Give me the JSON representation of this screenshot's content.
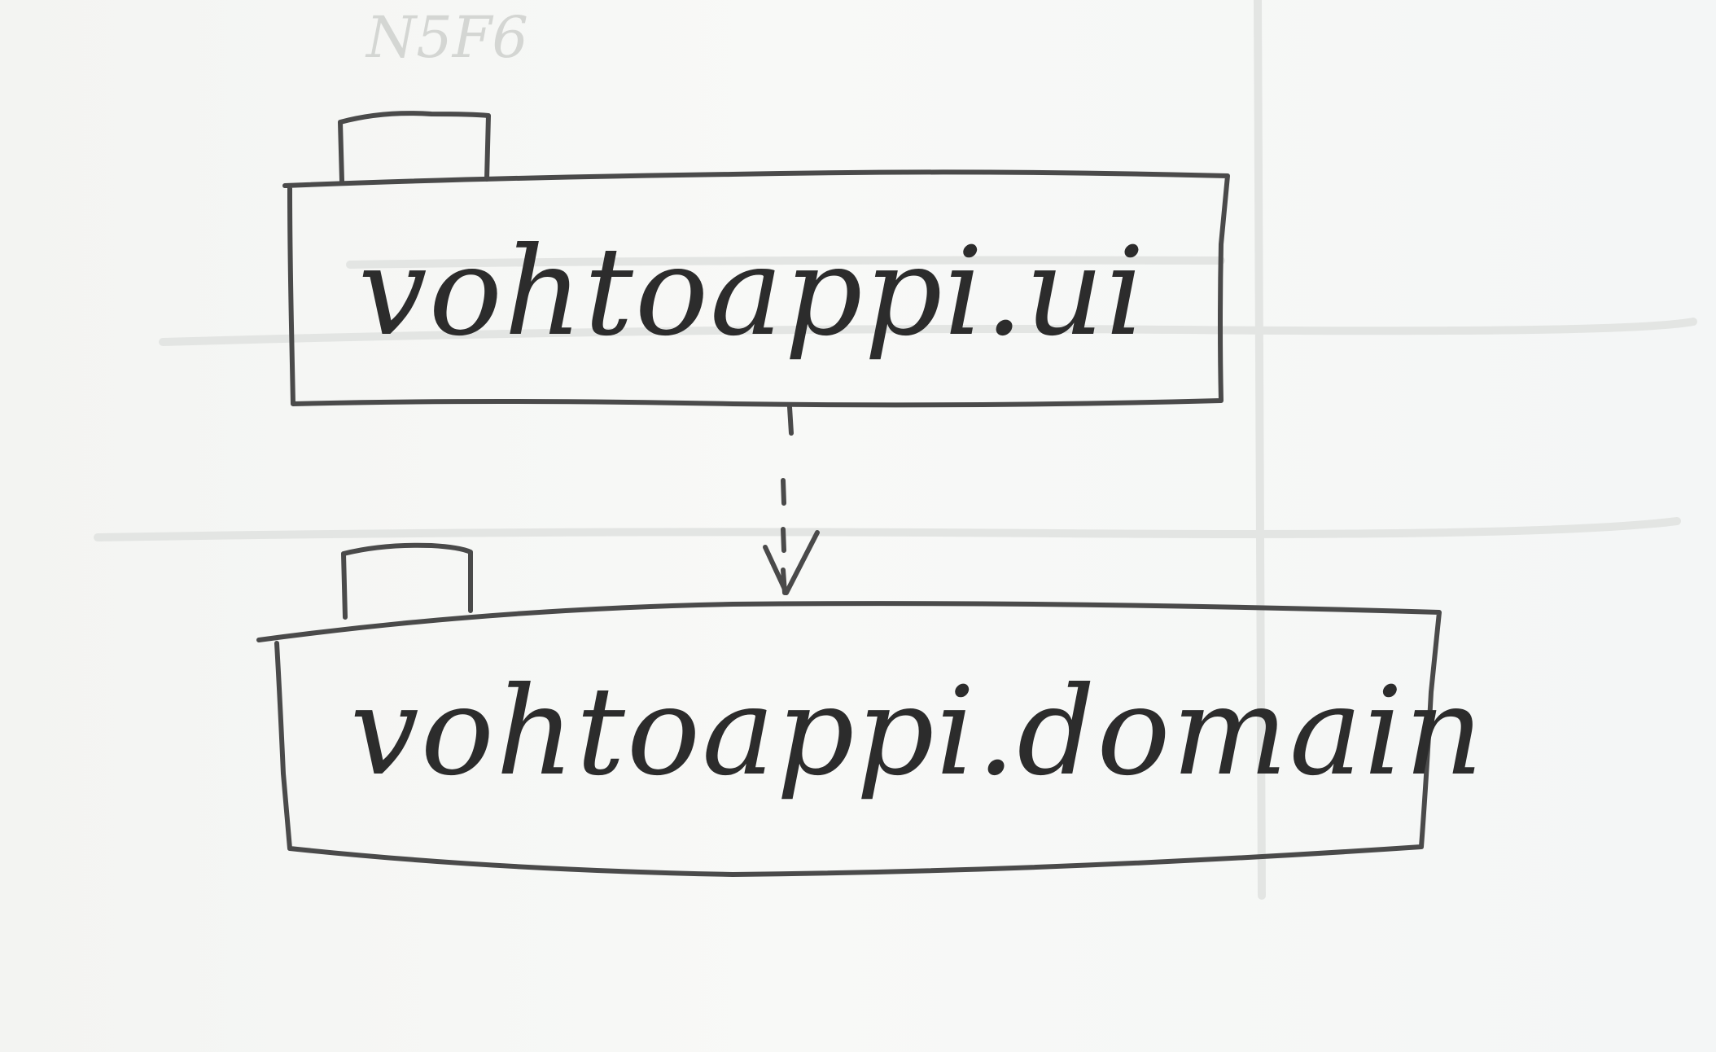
{
  "diagram": {
    "style": "hand-drawn pencil UML package diagram",
    "packages": [
      {
        "id": "ui",
        "label": "vohtoappi.ui"
      },
      {
        "id": "domain",
        "label": "vohtoappi.domain"
      }
    ],
    "dependencies": [
      {
        "from": "ui",
        "to": "domain",
        "line": "dashed",
        "arrow": "open"
      }
    ],
    "background_scribble": "N5F6",
    "colors": {
      "paper": "#f6f7f5",
      "pencil": "#4a4a4a",
      "text": "#2c2c2c"
    }
  }
}
